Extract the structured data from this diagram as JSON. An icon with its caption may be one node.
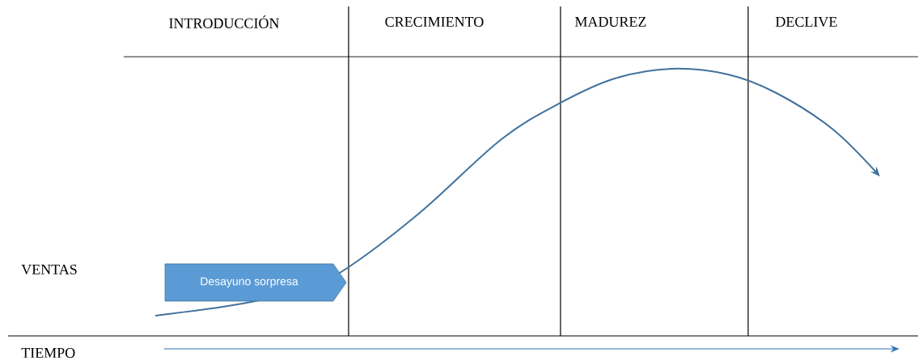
{
  "diagram": {
    "nodes": [
      {
        "text": [
          "Desayuno sorpresa"
        ]
      }
    ],
    "edges": [],
    "labels": [
      "INTRODUCCIÓN",
      "CRECIMIENTO",
      "MADUREZ",
      "DECLIVE",
      "VENTAS",
      "TIEMPO"
    ]
  }
}
